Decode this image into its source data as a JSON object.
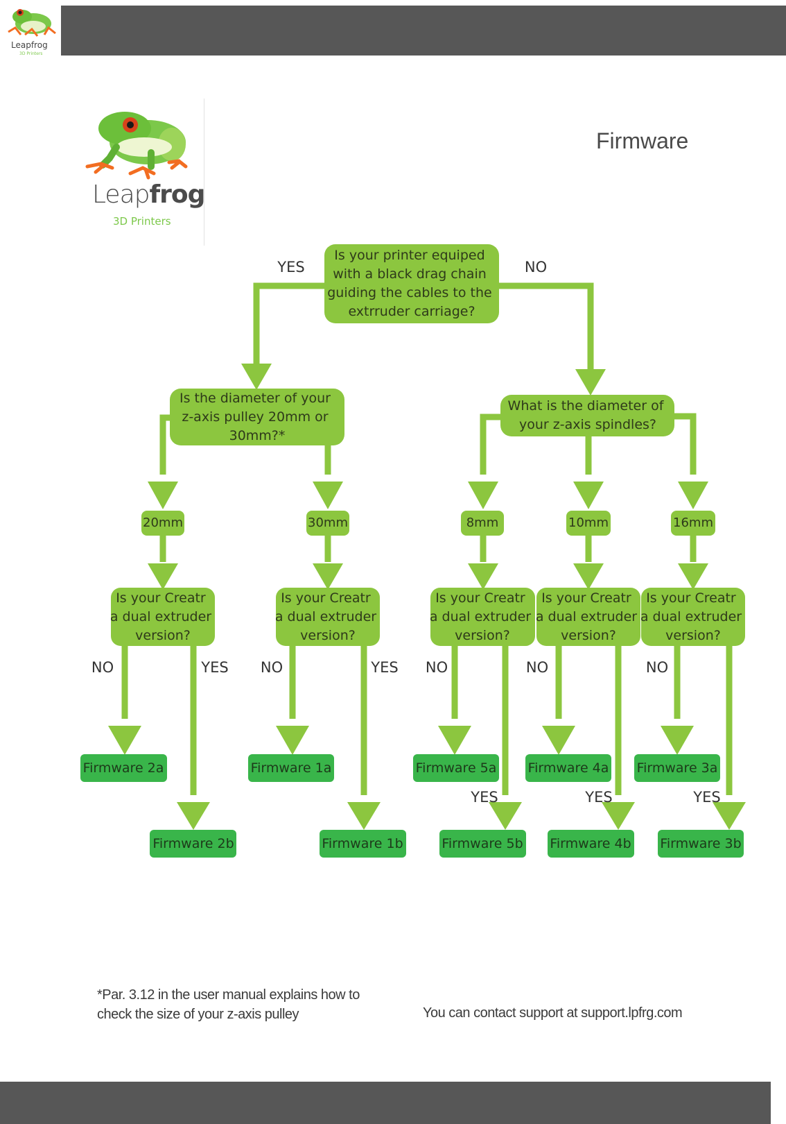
{
  "brand": {
    "wordmark_light": "Leap",
    "wordmark_bold": "frog",
    "subtitle": "3D Printers",
    "accent": "#8cc63f",
    "dark_bar": "#575757"
  },
  "page_title": "Firmware",
  "flowchart": {
    "q_drag_chain": [
      "Is your printer equiped",
      "with a black drag chain",
      "guiding the cables to the",
      "extrruder carriage?"
    ],
    "q_pulley": [
      "Is the diameter of your",
      "z-axis pulley 20mm or",
      "30mm?*"
    ],
    "q_spindle": [
      "What is the diameter of",
      "your z-axis spindles?"
    ],
    "q_dual": [
      "Is your Creatr",
      "a dual extruder",
      "version?"
    ],
    "sizes": {
      "s20": "20mm",
      "s30": "30mm",
      "s8": "8mm",
      "s10": "10mm",
      "s16": "16mm"
    },
    "firmware": {
      "f2a": "Firmware 2a",
      "f2b": "Firmware 2b",
      "f1a": "Firmware 1a",
      "f1b": "Firmware 1b",
      "f5a": "Firmware 5a",
      "f5b": "Firmware 5b",
      "f4a": "Firmware 4a",
      "f4b": "Firmware 4b",
      "f3a": "Firmware 3a",
      "f3b": "Firmware 3b"
    },
    "yes": "YES",
    "no": "NO",
    "colors": {
      "node": "#8cc63f",
      "result": "#39b54a",
      "line": "#8cc63f"
    }
  },
  "footnote": [
    "*Par. 3.12 in the user manual explains how to",
    "check the size of your z-axis pulley"
  ],
  "contact": "You can contact support at support.lpfrg.com"
}
